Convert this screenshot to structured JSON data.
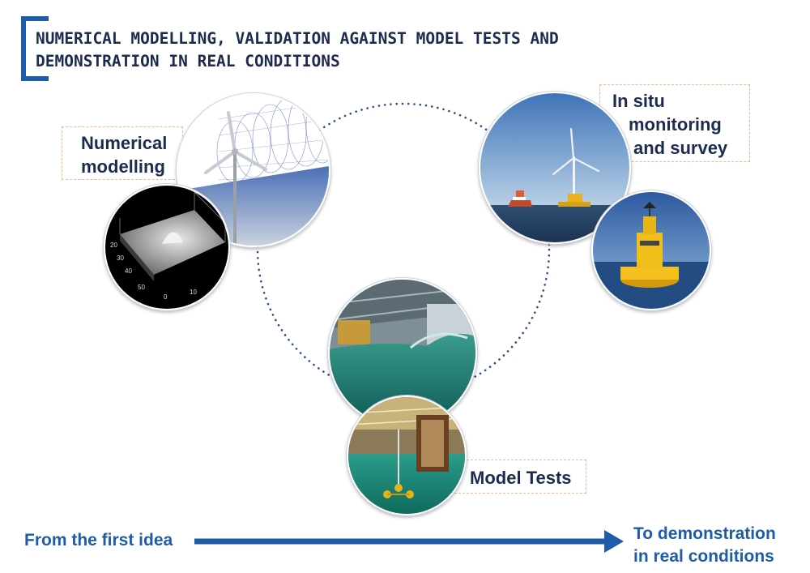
{
  "title": {
    "line1": "NUMERICAL MODELLING, VALIDATION AGAINST MODEL TESTS AND",
    "line2": "DEMONSTRATION IN REAL CONDITIONS"
  },
  "stages": {
    "numerical": {
      "line1": "Numerical",
      "line2": "modelling"
    },
    "insitu": {
      "line1": "In situ",
      "line2": "monitoring",
      "line3": "and survey"
    },
    "model_tests": {
      "label": "Model Tests"
    }
  },
  "surface_plot": {
    "tick_labels": [
      "20",
      "30",
      "40",
      "50",
      "0",
      "10"
    ]
  },
  "timeline": {
    "start": "From the first idea",
    "end_line1": "To demonstration",
    "end_line2": "in real conditions"
  },
  "colors": {
    "accent": "#1f5ca8",
    "text_dark": "#1d2b4f",
    "label_border": "#f3b98a",
    "dotted_circle": "#2a4e86"
  }
}
